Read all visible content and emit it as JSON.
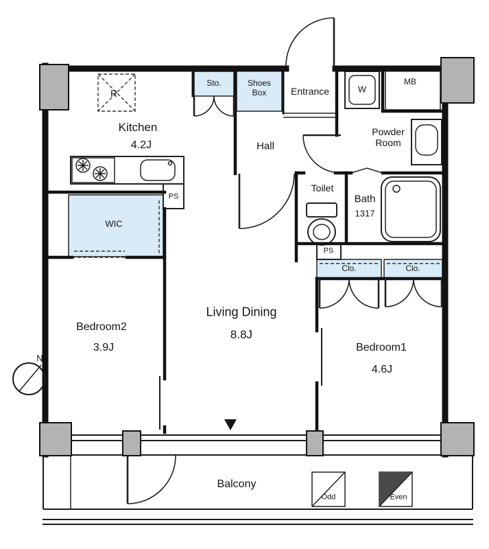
{
  "rooms": {
    "kitchen": {
      "name": "Kitchen",
      "area": "4.2J"
    },
    "living_dining": {
      "name": "Living Dining",
      "area": "8.8J"
    },
    "bedroom1": {
      "name": "Bedroom1",
      "area": "4.6J"
    },
    "bedroom2": {
      "name": "Bedroom2",
      "area": "3.9J"
    },
    "hall": {
      "name": "Hall"
    },
    "entrance": {
      "name": "Entrance"
    },
    "toilet": {
      "name": "Toilet"
    },
    "bath": {
      "name": "Bath",
      "size": "1317"
    },
    "powder_room": {
      "name": "Powder Room"
    },
    "wic": {
      "name": "WIC"
    },
    "balcony": {
      "name": "Balcony"
    }
  },
  "closets": {
    "storage": "Sto.",
    "shoes_box": "Shoes Box",
    "closet_left": "Clo.",
    "closet_right": "Clo."
  },
  "fixtures": {
    "refrigerator_space": "R",
    "washer_space": "W",
    "meter_box": "MB",
    "pipe_space_kitchen": "PS",
    "pipe_space_toilet": "PS"
  },
  "markers": {
    "north": "N",
    "odd_floor": "Odd",
    "even_floor": "Even"
  },
  "colors": {
    "closet_fill": "#d8ebf7",
    "wall": "#121212",
    "column_fill": "#b3b3b3"
  }
}
